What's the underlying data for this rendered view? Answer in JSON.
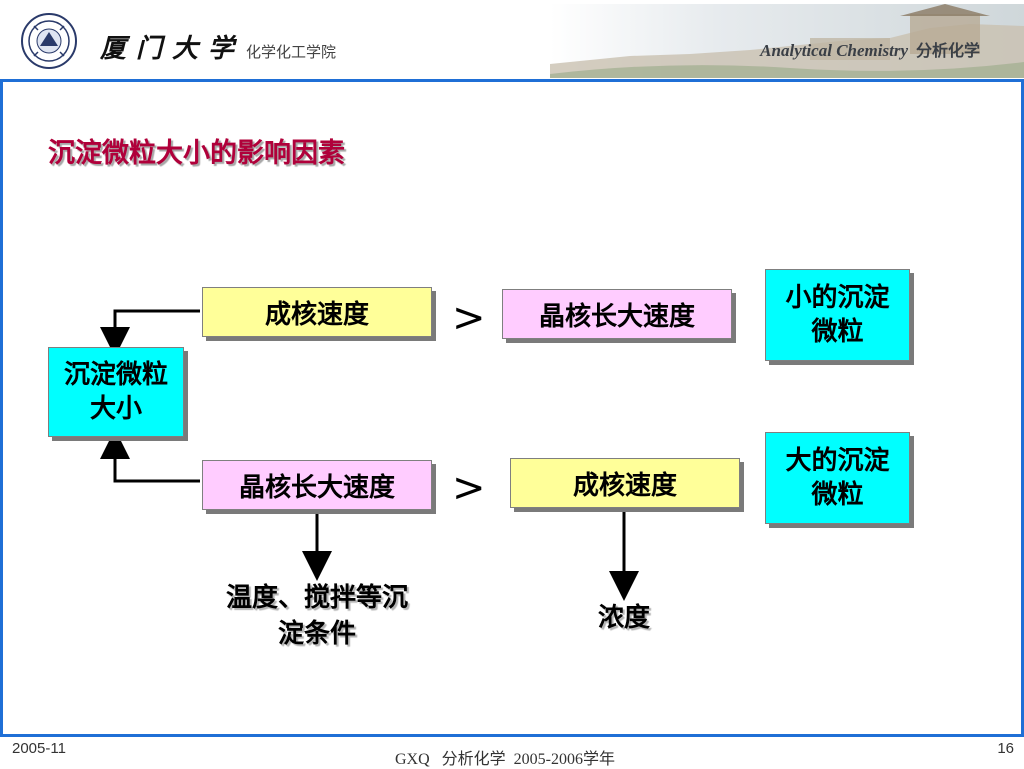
{
  "header": {
    "school_script": "厦门大学",
    "college": "化学化工学院",
    "course_title_en": "Analytical Chemistry",
    "course_title_cn": "分析化学"
  },
  "slide": {
    "title": "沉淀微粒大小的影响因素",
    "center_box": "沉淀微粒大小",
    "row1": {
      "left": "成核速度",
      "operator": ">",
      "right": "晶核长大速度",
      "result": "小的沉淀微粒"
    },
    "row2": {
      "left": "晶核长大速度",
      "operator": ">",
      "right": "成核速度",
      "result": "大的沉淀微粒"
    },
    "note_left": "温度、搅拌等沉淀条件",
    "note_right": "浓度"
  },
  "footer": {
    "date": "2005-11",
    "center": "GXQ   分析化学  2005-2006学年",
    "page": "16"
  },
  "colors": {
    "title": "#b0003a",
    "frame_border": "#1f6fd6",
    "yellow_box": "#ffff99",
    "pink_box": "#ffccff",
    "cyan_box": "#00ffff"
  },
  "icons": {
    "logo": "university-seal-icon",
    "operator": "greater-than-icon",
    "arrow": "arrow-icon"
  }
}
